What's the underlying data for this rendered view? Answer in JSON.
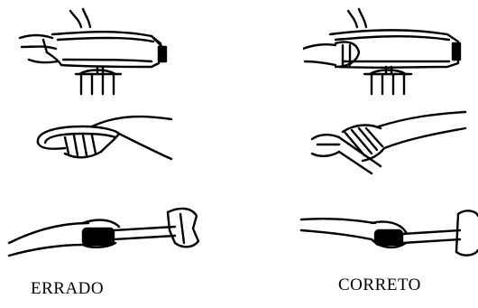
{
  "columns": {
    "wrong": {
      "label": "ERRADO"
    },
    "right": {
      "label": "CORRETO"
    }
  },
  "illustrations": [
    {
      "column": "wrong",
      "row": 1,
      "icon": "hand-holding-pliers-at-jaws-icon"
    },
    {
      "column": "wrong",
      "row": 2,
      "icon": "hand-gripping-pliers-tips-icon"
    },
    {
      "column": "wrong",
      "row": 3,
      "icon": "hand-choking-up-on-hammer-icon"
    },
    {
      "column": "right",
      "row": 1,
      "icon": "hand-holding-pliers-by-handles-icon"
    },
    {
      "column": "right",
      "row": 2,
      "icon": "hand-gripping-pliers-handles-icon"
    },
    {
      "column": "right",
      "row": 3,
      "icon": "hand-holding-hammer-at-handle-end-icon"
    }
  ]
}
